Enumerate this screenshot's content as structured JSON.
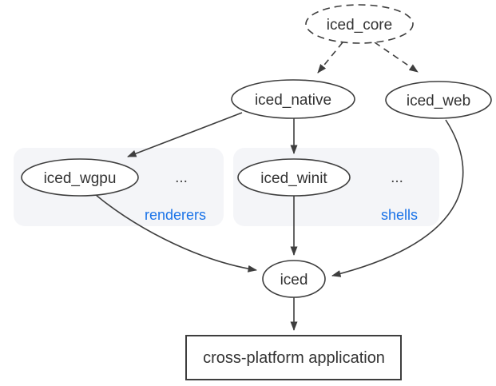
{
  "diagram": {
    "nodes": {
      "iced_core": {
        "label": "iced_core",
        "shape": "ellipse",
        "style": "dashed"
      },
      "iced_native": {
        "label": "iced_native",
        "shape": "ellipse",
        "style": "solid"
      },
      "iced_web": {
        "label": "iced_web",
        "shape": "ellipse",
        "style": "solid"
      },
      "iced_wgpu": {
        "label": "iced_wgpu",
        "shape": "ellipse",
        "style": "solid",
        "group": "renderers"
      },
      "iced_winit": {
        "label": "iced_winit",
        "shape": "ellipse",
        "style": "solid",
        "group": "shells"
      },
      "iced": {
        "label": "iced",
        "shape": "ellipse",
        "style": "solid"
      },
      "application": {
        "label": "cross-platform application",
        "shape": "rectangle",
        "style": "solid"
      }
    },
    "groups": {
      "renderers": {
        "label": "renderers",
        "ellipsis": "..."
      },
      "shells": {
        "label": "shells",
        "ellipsis": "..."
      }
    },
    "edges": [
      {
        "from": "iced_core",
        "to": "iced_native",
        "style": "dashed"
      },
      {
        "from": "iced_core",
        "to": "iced_web",
        "style": "dashed"
      },
      {
        "from": "iced_native",
        "to": "iced_wgpu",
        "style": "solid"
      },
      {
        "from": "iced_native",
        "to": "iced_winit",
        "style": "solid"
      },
      {
        "from": "iced_wgpu",
        "to": "iced",
        "style": "solid"
      },
      {
        "from": "iced_winit",
        "to": "iced",
        "style": "solid"
      },
      {
        "from": "iced_web",
        "to": "iced",
        "style": "solid"
      },
      {
        "from": "iced",
        "to": "application",
        "style": "solid"
      }
    ],
    "colors": {
      "stroke": "#3e3e3e",
      "text": "#333333",
      "group_fill": "#f4f5f8",
      "group_label": "#1a73e8",
      "ellipsis": "#444444",
      "background": "#ffffff"
    }
  }
}
